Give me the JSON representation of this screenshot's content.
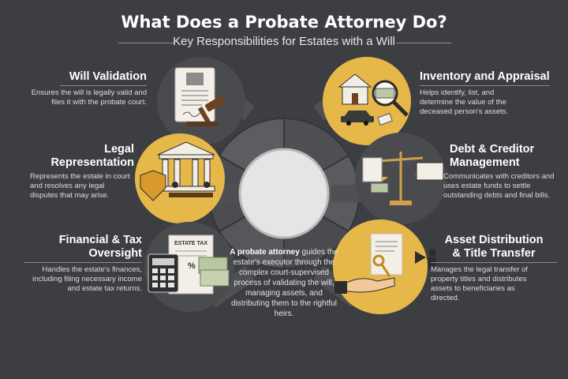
{
  "header": {
    "title": "What Does a Probate Attorney Do?",
    "subtitle": "Key Responsibilities for Estates with a Will"
  },
  "colors": {
    "background": "#3d3e42",
    "accent": "#e6b84a",
    "circle": "#e5e5e5",
    "segment": "#55565a"
  },
  "sections": [
    {
      "title": "Will Validation",
      "text": "Ensures the will is legally valid and files it with the probate court.",
      "icon": "will-document-gavel-icon"
    },
    {
      "title": "Legal Representation",
      "title_lines": [
        "Legal",
        "Representation"
      ],
      "text": "Represents the estate in court and resolves any legal disputes that may arise.",
      "icon": "courthouse-shield-icon"
    },
    {
      "title": "Financial & Tax Oversight",
      "title_lines": [
        "Financial & Tax",
        "Oversight"
      ],
      "text": "Handles the estate's finances, including filing necessary income and estate tax returns.",
      "icon": "calculator-estate-tax-icon",
      "icon_label": "ESTATE TAX",
      "icon_sign": "%"
    },
    {
      "title": "Inventory and Appraisal",
      "text": "Helps identify, list, and determine the value of the deceased person's assets.",
      "icon": "house-car-magnifier-icon"
    },
    {
      "title": "Debt & Creditor Management",
      "title_lines": [
        "Debt & Creditor",
        "Management"
      ],
      "text": "Communicates with creditors and uses estate funds to settle outstanding debts and final bills.",
      "icon": "scales-bills-icon"
    },
    {
      "title": "Asset Distribution & Title Transfer",
      "title_lines": [
        "Asset Distribution",
        "& Title Transfer"
      ],
      "text": "Manages the legal transfer of property titles and distributes assets to beneficiaries as directed.",
      "icon": "hands-key-deed-icon"
    }
  ],
  "center": {
    "lead": "A probate attorney",
    "text": "guides the estate's executor through the complex court-supervised process of validating the will, managing assets, and distributing them to the rightful heirs."
  }
}
